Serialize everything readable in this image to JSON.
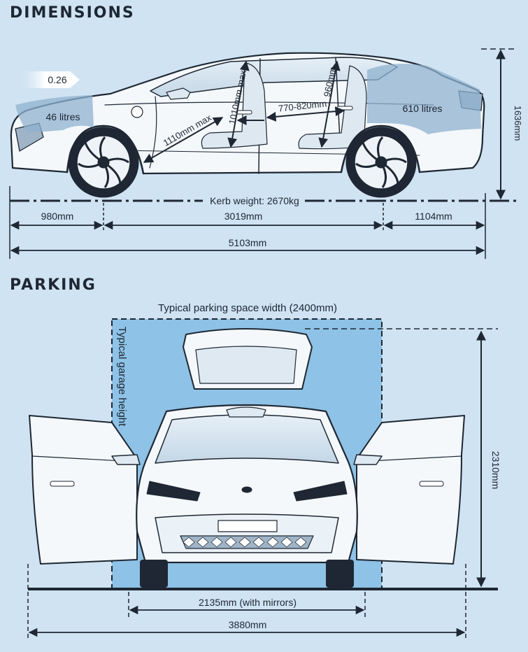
{
  "sections": {
    "dimensions_heading": "DIMENSIONS",
    "parking_heading": "PARKING"
  },
  "dimensions": {
    "drag_coefficient": "0.26",
    "front_boot": "46 litres",
    "rear_boot": "610 litres",
    "front_headroom": "1010mm max",
    "rear_headroom": "960mm",
    "front_legroom": "1110mm max",
    "rear_legroom": "770-820mm",
    "height": "1636mm",
    "kerb_weight": "Kerb weight: 2670kg",
    "front_overhang": "980mm",
    "wheelbase": "3019mm",
    "rear_overhang": "1104mm",
    "length": "5103mm"
  },
  "parking": {
    "space_width": "Typical parking space width (2400mm)",
    "garage_height": "Typical garage height",
    "height_boot_open": "2310mm",
    "width_with_mirrors": "2135mm (with mirrors)",
    "width_doors_open": "3880mm"
  },
  "colors": {
    "background": "#cfe3f2",
    "ink": "#1e2733",
    "parking_space": "#8ec2e6",
    "boot_highlight": "#8fb2cf"
  }
}
